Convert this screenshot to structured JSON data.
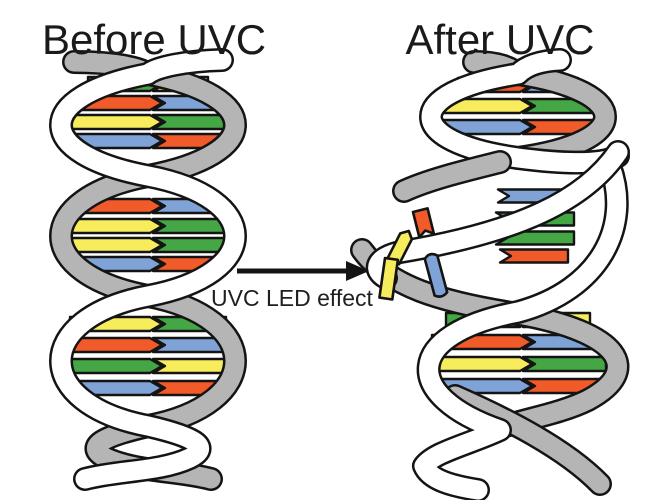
{
  "titles": {
    "before": "Before UVC",
    "after": "After UVC"
  },
  "arrow": {
    "label": "UVC LED effect"
  },
  "palette": {
    "orange": "#F15A29",
    "yellow": "#F6EC5C",
    "green": "#44A644",
    "blue": "#7FA3D7",
    "strand_gray": "#B5B5B5",
    "strand_white": "#FFFFFF",
    "outline": "#141414",
    "text": "#1A1A1A"
  },
  "before_helix": {
    "description": "intact DNA double helix",
    "segments": [
      {
        "rows": [
          [
            "green",
            "yellow"
          ],
          [
            "orange",
            "blue"
          ],
          [
            "yellow",
            "green"
          ],
          [
            "blue",
            "orange"
          ]
        ]
      },
      {
        "rows": [
          [
            "orange",
            "blue"
          ],
          [
            "yellow",
            "green"
          ],
          [
            "yellow",
            "green"
          ],
          [
            "blue",
            "orange"
          ]
        ]
      },
      {
        "rows": [
          [
            "yellow",
            "green"
          ],
          [
            "orange",
            "blue"
          ],
          [
            "green",
            "yellow"
          ],
          [
            "blue",
            "orange"
          ]
        ]
      }
    ]
  },
  "after_helix": {
    "description": "UVC-damaged DNA double helix with broken strand and detached bases",
    "top_rows": [
      [
        "orange",
        "blue"
      ],
      [
        "yellow",
        "green"
      ],
      [
        "blue",
        "orange"
      ]
    ],
    "attached_half_bases": [
      "blue",
      "green",
      "green",
      "orange"
    ],
    "loose_fragments": [
      "orange",
      "yellow",
      "yellow",
      "blue"
    ],
    "bottom_rows": [
      [
        "green",
        "yellow"
      ],
      [
        "orange",
        "blue"
      ],
      [
        "yellow",
        "green"
      ],
      [
        "blue",
        "orange"
      ]
    ]
  }
}
